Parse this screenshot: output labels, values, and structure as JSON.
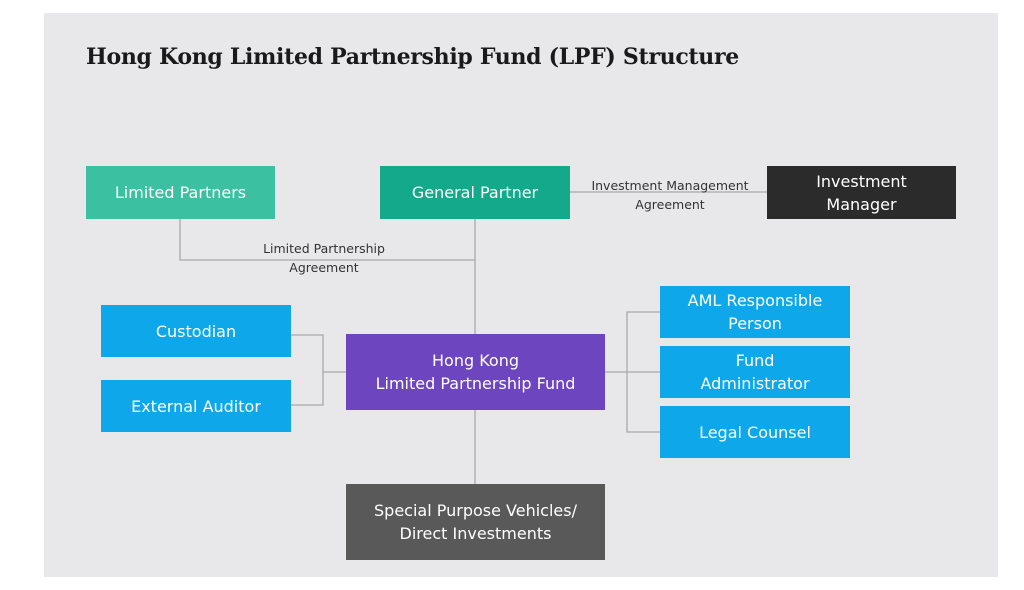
{
  "title": "Hong Kong Limited Partnership Fund (LPF) Structure",
  "nodes": {
    "limited_partners": "Limited Partners",
    "general_partner": "General Partner",
    "investment_manager": {
      "line1": "Investment",
      "line2": "Manager"
    },
    "custodian": "Custodian",
    "external_auditor": "External Auditor",
    "lpf": {
      "line1": "Hong Kong",
      "line2": "Limited Partnership Fund"
    },
    "aml_person": {
      "line1": "AML Responsible",
      "line2": "Person"
    },
    "fund_administrator": {
      "line1": "Fund",
      "line2": "Administrator"
    },
    "legal_counsel": "Legal Counsel",
    "spv": {
      "line1": "Special Purpose Vehicles/",
      "line2": "Direct Investments"
    }
  },
  "edge_labels": {
    "investment_management_agreement": {
      "line1": "Investment Management",
      "line2": "Agreement"
    },
    "limited_partnership_agreement": {
      "line1": "Limited Partnership",
      "line2": "Agreement"
    }
  },
  "colors": {
    "limited_partners": "#3cc0a2",
    "general_partner": "#13a98a",
    "investment_manager": "#2b2b2b",
    "service_providers": "#0ea7ea",
    "fund": "#6c45bf",
    "investments": "#595959"
  }
}
